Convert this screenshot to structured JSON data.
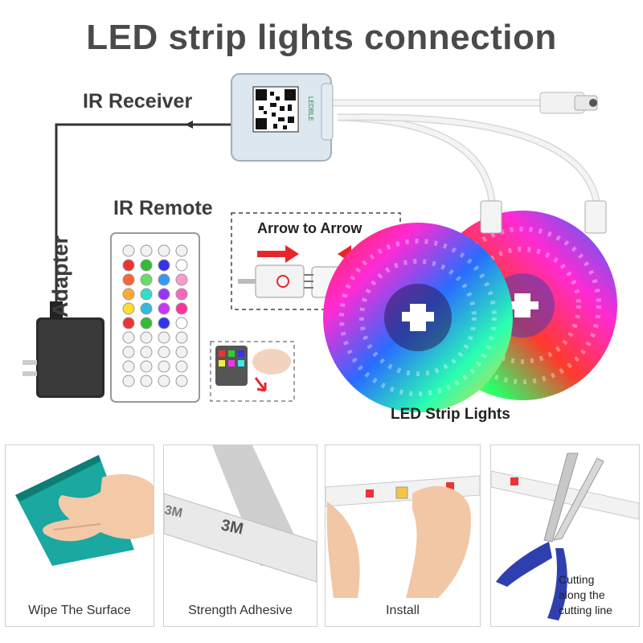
{
  "title": "LED strip lights connection",
  "labels": {
    "ir_receiver": "IR Receiver",
    "ir_remote": "IR Remote",
    "adapter": "Adapter",
    "arrow_to_arrow": "Arrow to  Arrow",
    "led_strip_lights": "LED Strip Lights"
  },
  "controller": {
    "brand": "LEDBLE"
  },
  "steps": [
    {
      "caption": "Wipe The Surface"
    },
    {
      "caption": "Strength Adhesive",
      "tape_mark": "3M"
    },
    {
      "caption": "Install"
    },
    {
      "caption": "Cutting\nalong the\ncutting line"
    }
  ],
  "colors": {
    "title": "#4a4a4a",
    "arrow_red": "#e8262a",
    "cloth": "#1aa8a0",
    "scissor_blue": "#2f3fb0"
  }
}
